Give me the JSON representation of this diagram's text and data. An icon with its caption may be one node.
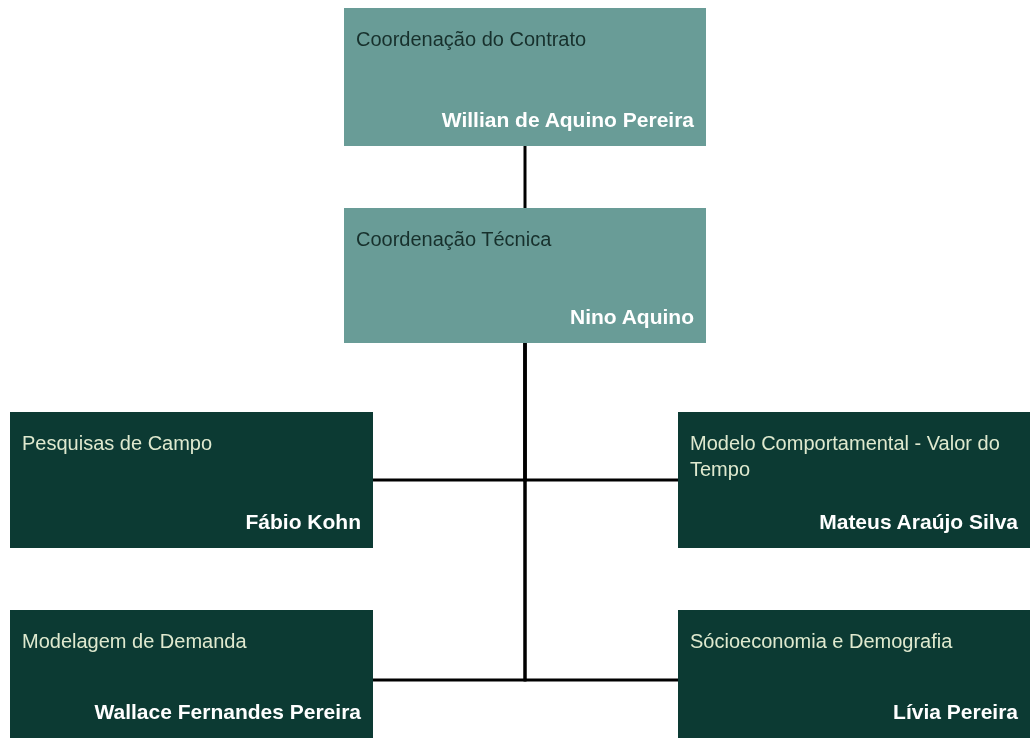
{
  "diagram": {
    "nodes": [
      {
        "text": [
          "Coordenação do Contrato",
          "Willian de Aquino Pereira"
        ]
      },
      {
        "text": [
          "Coordenação Técnica",
          "Nino Aquino"
        ]
      },
      {
        "text": [
          "Pesquisas de Campo",
          "Fábio Kohn"
        ]
      },
      {
        "text": [
          "Modelo Comportamental - Valor do Tempo",
          "Mateus Araújo Silva"
        ]
      },
      {
        "text": [
          "Modelagem de Demanda",
          "Wallace Fernandes Pereira"
        ]
      },
      {
        "text": [
          "Sócioeconomia e Demografia",
          "Lívia Pereira"
        ]
      }
    ],
    "edges": [
      {
        "from": 0,
        "to": 1,
        "arrow": "none"
      },
      {
        "from": 1,
        "to": 2,
        "arrow": "none"
      },
      {
        "from": 1,
        "to": 3,
        "arrow": "none"
      },
      {
        "from": 1,
        "to": 4,
        "arrow": "none"
      },
      {
        "from": 1,
        "to": 5,
        "arrow": "none"
      }
    ]
  }
}
